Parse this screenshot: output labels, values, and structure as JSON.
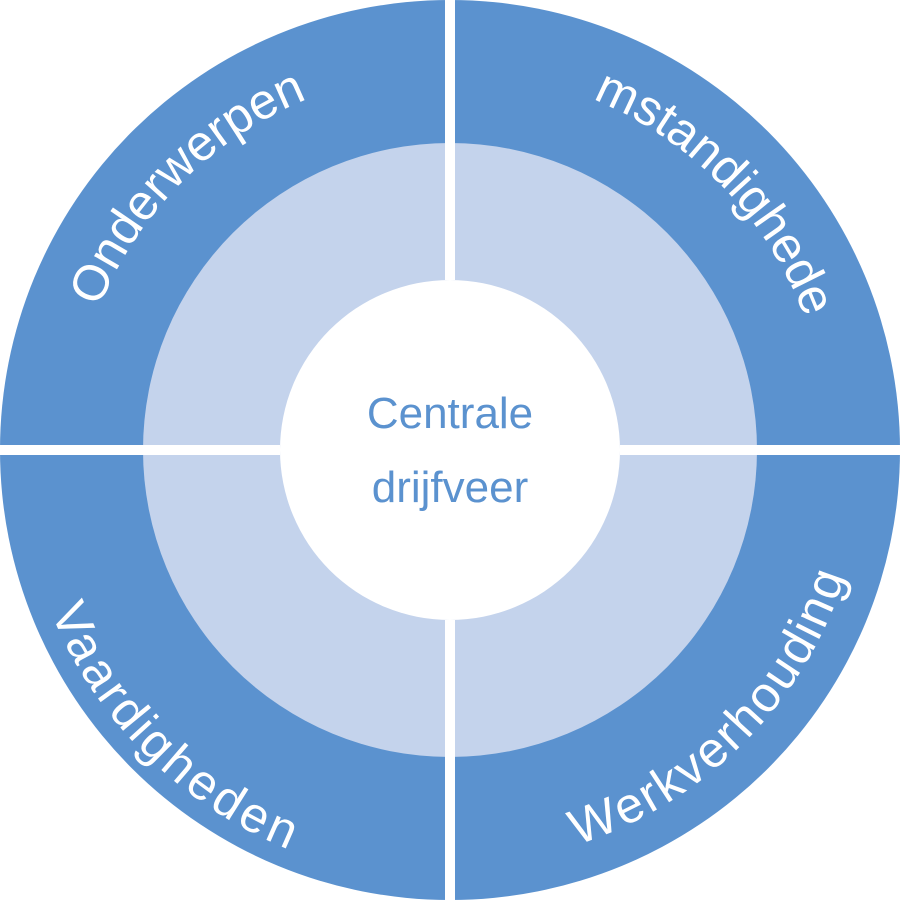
{
  "diagram": {
    "colors": {
      "outer_ring": "#5b92cf",
      "inner_ring": "#c4d3ec",
      "center": "#ffffff",
      "divider": "#ffffff",
      "segment_text": "#ffffff",
      "center_text": "#5b92cf"
    },
    "center": {
      "line1": "Centrale",
      "line2": "drijfveer"
    },
    "segments": {
      "top_left": "Onderwerpen",
      "top_right": "Omstandigheden",
      "bottom_left": "Vaardigheden",
      "bottom_right": "Werkverhouding"
    }
  }
}
